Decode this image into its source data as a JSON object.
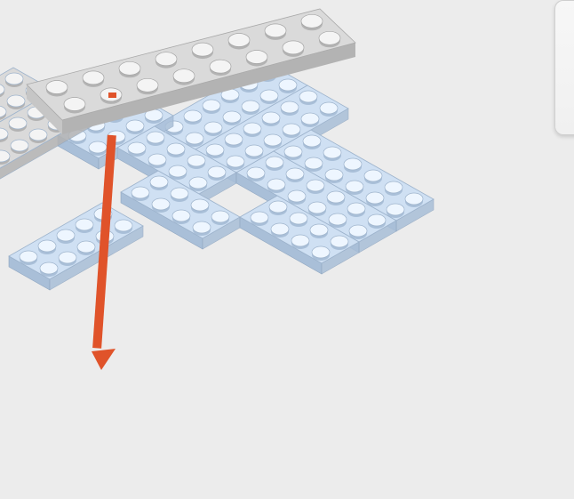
{
  "scene": {
    "description_free": true,
    "colors": {
      "background": "#ececec",
      "blue_top": "#cfe0f3",
      "blue_side": "#a9bfd8",
      "blue_stud": "#eef6ff",
      "gray_top": "#dadada",
      "gray_side": "#b3b3b3",
      "gray_stud": "#f4f4f4",
      "arrow": "#e0532a"
    },
    "callout_panel": {
      "visible": true
    },
    "top_plate": {
      "studs_rows": 2,
      "studs_cols": 8,
      "marked_stud": {
        "row": 1,
        "col": 2
      }
    },
    "gray_base": {
      "plates": 2,
      "studs_rows": 6,
      "studs_cols": 4
    },
    "blue_plates": {
      "count": 9
    },
    "arrow": {
      "direction": "down"
    }
  }
}
